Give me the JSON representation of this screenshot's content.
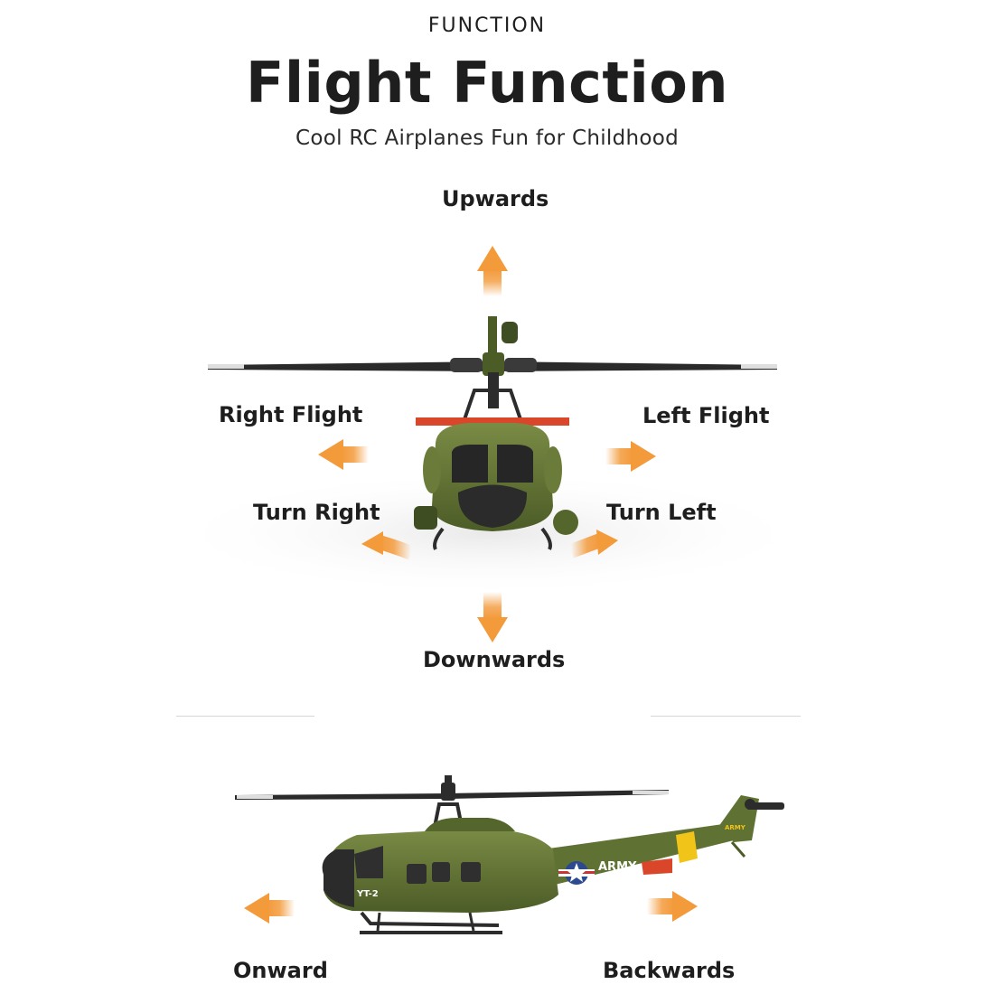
{
  "header": {
    "eyebrow": "FUNCTION",
    "title": "Flight Function",
    "subtitle": "Cool RC Airplanes Fun for Childhood"
  },
  "front_view": {
    "upwards": "Upwards",
    "downwards": "Downwards",
    "right_flight": "Right Flight",
    "left_flight": "Left Flight",
    "turn_right": "Turn Right",
    "turn_left": "Turn Left"
  },
  "side_view": {
    "onward": "Onward",
    "backwards": "Backwards",
    "fuselage_marking": "ARMY",
    "nose_marking": "YT-2",
    "tail_marking": "ARMY"
  },
  "colors": {
    "arrow": "#f39a3b",
    "helicopter_body": "#5f7233",
    "helicopter_dark": "#3f4d22",
    "rotor_accent": "#d9462a",
    "tail_band": "#f0c419"
  }
}
